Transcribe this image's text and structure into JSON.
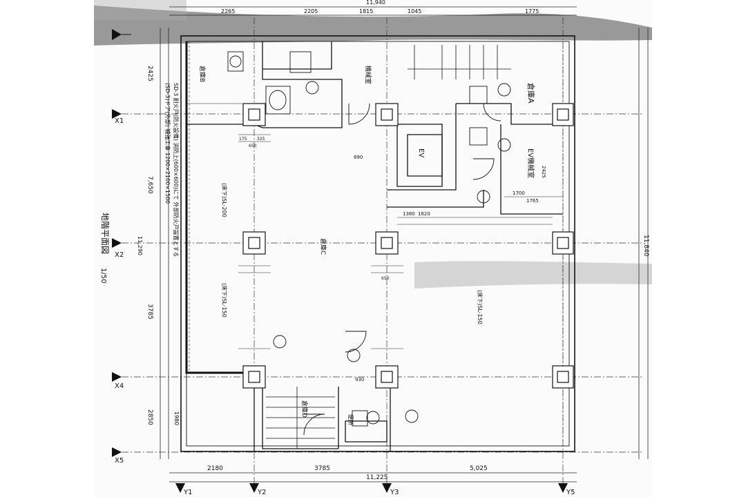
{
  "drawing": {
    "vertical_title": "地階平面図",
    "scale": "1/50",
    "overall_width_top": "11,940",
    "overall_width_bottom": "11,225",
    "overall_height_right": "11,840",
    "overall_height_left": "11,290",
    "grid_x_labels": [
      "Y1",
      "Y2",
      "Y3",
      "Y5"
    ],
    "grid_y_labels": [
      "X1",
      "X2",
      "X4",
      "X5"
    ],
    "left_dims": [
      "2425",
      "7,650",
      "3785",
      "2850",
      "1980"
    ],
    "top_dims": [
      "2265",
      "2205",
      "1815",
      "1045",
      "1775"
    ],
    "bottom_dims": [
      "2180",
      "3785",
      "5,025"
    ],
    "rooms": [
      "倉庫A",
      "倉庫B",
      "EV",
      "EV機械室",
      "機械室",
      "倉庫C",
      "倉庫D",
      "便所"
    ],
    "notes": [
      "(SD-3)ドア(外部) 補強工事 1200×2100×1500",
      "SD-3 耐火戸(防火設備) 消防上(600×600)にて 外部防火戸設置とする",
      "(床下)SL-200",
      "(床下)SL-150",
      "(床下)SL-150"
    ],
    "small_dims": [
      "175",
      "325",
      "650",
      "650",
      "890",
      "930",
      "1700",
      "1765",
      "2425",
      "1620",
      "1380"
    ]
  }
}
